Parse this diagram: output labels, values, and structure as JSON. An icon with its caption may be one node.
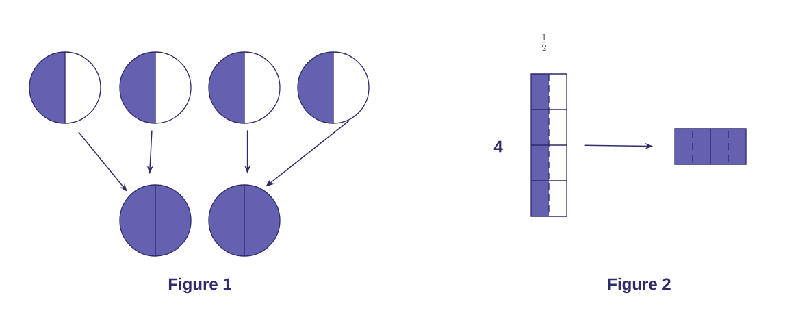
{
  "diagram": {
    "nodes": [
      {
        "text": [],
        "shape": "circle"
      },
      {
        "text": [],
        "shape": "circle"
      },
      {
        "text": [],
        "shape": "circle"
      },
      {
        "text": [],
        "shape": "circle"
      },
      {
        "text": [],
        "shape": "circle"
      },
      {
        "text": [],
        "shape": "circle"
      },
      {
        "text": [],
        "shape": "bar"
      },
      {
        "text": [],
        "shape": "bar"
      }
    ],
    "edges": [
      {
        "from": 0,
        "to": 4,
        "arrow": "to"
      },
      {
        "from": 1,
        "to": 4,
        "arrow": "to"
      },
      {
        "from": 2,
        "to": 5,
        "arrow": "to"
      },
      {
        "from": 3,
        "to": 5,
        "arrow": "to"
      },
      {
        "from": 6,
        "to": 7,
        "arrow": "to"
      }
    ],
    "labels": [
      "\\frac{1}{2}",
      "4",
      "Figure 1",
      "Figure 2"
    ]
  }
}
